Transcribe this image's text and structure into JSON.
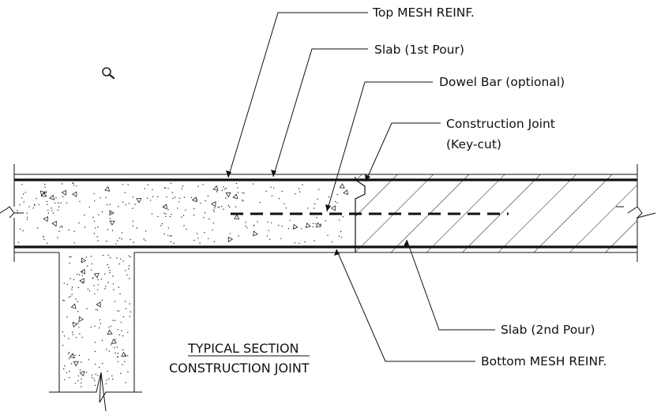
{
  "labels": {
    "top_mesh": "Top MESH REINF.",
    "slab_first_pour": "Slab (1st Pour)",
    "dowel_bar": "Dowel Bar (optional)",
    "construction_joint_line1": "Construction Joint",
    "construction_joint_line2": "(Key-cut)",
    "slab_second_pour": "Slab (2nd Pour)",
    "bottom_mesh": "Bottom MESH REINF."
  },
  "title": {
    "line1": "TYPICAL SECTION",
    "line2": "CONSTRUCTION JOINT"
  },
  "icons": {
    "zoom": "magnifier-icon"
  }
}
